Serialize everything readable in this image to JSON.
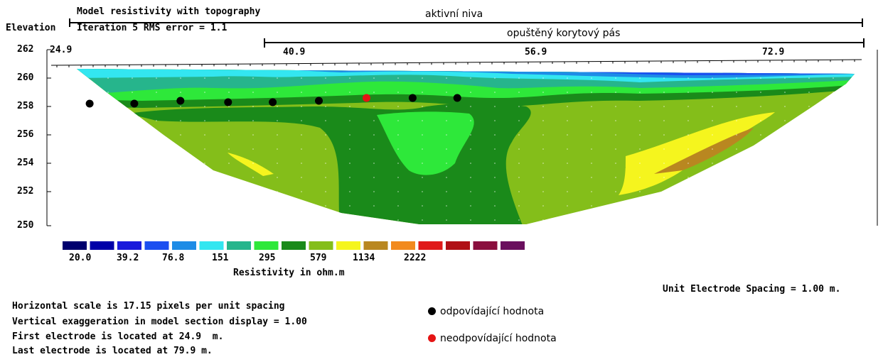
{
  "header": {
    "title": "Model resistivity with topography",
    "iteration": "Iteration 5 RMS error = 1.1",
    "elevation_label": "Elevation"
  },
  "annotations": {
    "aktivni_niva": "aktivní niva",
    "opusteny_pas": "opuštěný korytový pás"
  },
  "axes": {
    "x_ticks": [
      "24.9",
      "40.9",
      "56.9",
      "72.9"
    ],
    "y_ticks": [
      "262",
      "260",
      "258",
      "256",
      "254",
      "252",
      "250"
    ]
  },
  "colorbar": {
    "colors": [
      "#00006e",
      "#0000a8",
      "#1a1adb",
      "#1c4ff0",
      "#1e8ce6",
      "#33e6f0",
      "#26b58c",
      "#2ee83a",
      "#1a8a1a",
      "#84be1a",
      "#f5f51e",
      "#b98720",
      "#f28a1e",
      "#e01a1a",
      "#b01016",
      "#8a0f3e",
      "#6a0f5e"
    ],
    "labels": [
      "20.0",
      "39.2",
      "76.8",
      "151",
      "295",
      "579",
      "1134",
      "2222"
    ],
    "title": "Resistivity in ohm.m"
  },
  "electrode_spacing": "Unit Electrode Spacing = 1.00 m.",
  "info_lines": [
    "Horizontal scale is 17.15 pixels per unit spacing",
    "Vertical exaggeration in model section display = 1.00",
    "First electrode is located at 24.9  m.",
    "Last electrode is located at 79.9 m."
  ],
  "legend": {
    "black_label": "odpovídající hodnota",
    "red_label": "neodpovídající hodnota",
    "black_color": "#000000",
    "red_color": "#e51414"
  },
  "markers": [
    {
      "x": 27.1,
      "elevation": 258.2,
      "match": true
    },
    {
      "x": 30.1,
      "elevation": 258.2,
      "match": true
    },
    {
      "x": 33.2,
      "elevation": 258.4,
      "match": true
    },
    {
      "x": 36.4,
      "elevation": 258.3,
      "match": true
    },
    {
      "x": 39.4,
      "elevation": 258.3,
      "match": true
    },
    {
      "x": 42.5,
      "elevation": 258.4,
      "match": true
    },
    {
      "x": 45.7,
      "elevation": 258.6,
      "match": false
    },
    {
      "x": 48.8,
      "elevation": 258.6,
      "match": true
    },
    {
      "x": 51.8,
      "elevation": 258.6,
      "match": true
    }
  ]
}
